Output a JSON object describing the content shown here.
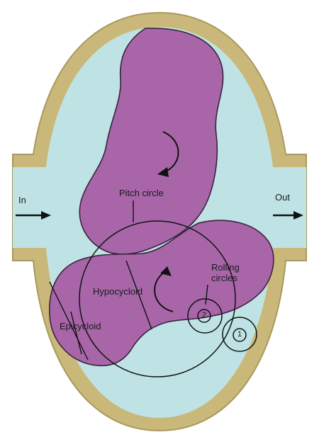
{
  "labels": {
    "inlet": "In",
    "outlet": "Out",
    "pitch_circle": "Pitch circle",
    "hypocycloid": "Hypocycloid",
    "epicycloid": "Epicycloid",
    "rolling_circles": "Rolling circles",
    "circle_1": "1",
    "circle_2": "2"
  },
  "colors": {
    "casing": "#c9b879",
    "casing_edge": "#a89a5c",
    "fluid": "#bfe3e4",
    "rotor": "#a866a8",
    "rotor_edge": "#3a2240",
    "line": "#111111"
  }
}
